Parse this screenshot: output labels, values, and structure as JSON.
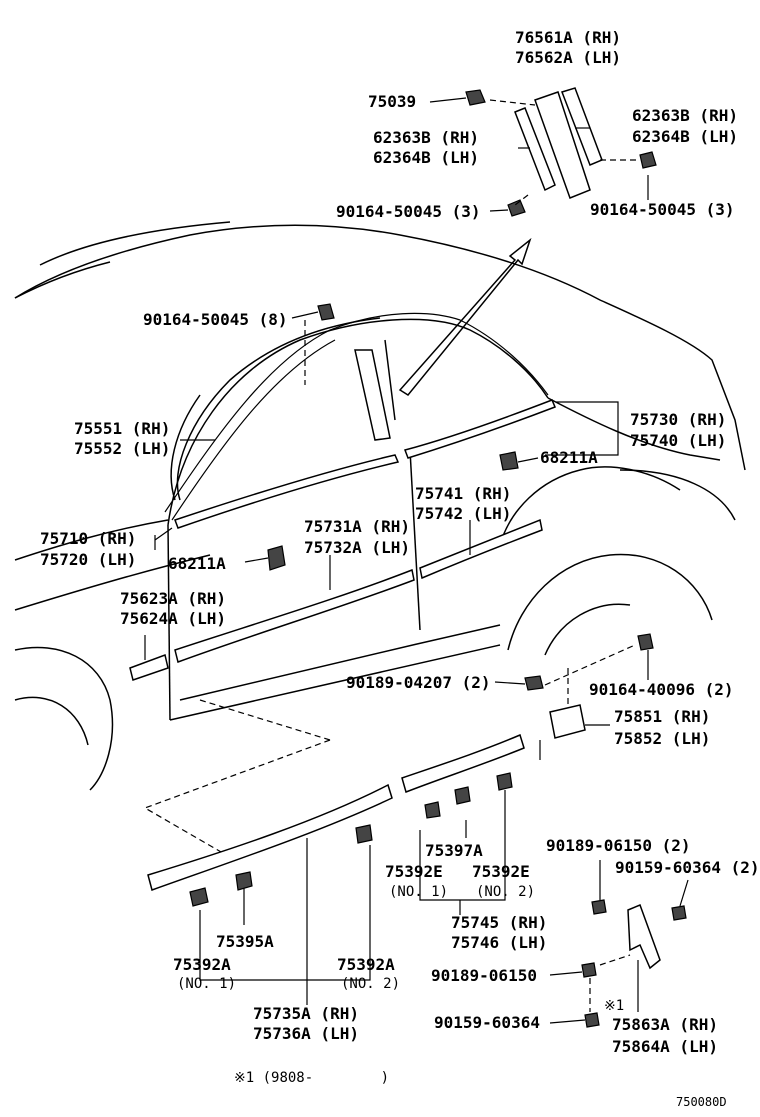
{
  "footer": {
    "note": "※1 (9808-        )",
    "code": "750080D"
  },
  "labels": {
    "p76561": "76561A (RH)",
    "p76562": "76562A (LH)",
    "p75039": "75039",
    "p62363_l": "62363B (RH)",
    "p62364_l": "62364B (LH)",
    "p62363_r": "62363B (RH)",
    "p62364_r": "62364B (LH)",
    "p90164_3a": "90164-50045 (3)",
    "p90164_3b": "90164-50045 (3)",
    "p90164_8": "90164-50045 (8)",
    "p75551": "75551 (RH)",
    "p75552": "75552 (LH)",
    "p75730": "75730 (RH)",
    "p75740": "75740 (LH)",
    "p68211_a": "68211A",
    "p75741": "75741 (RH)",
    "p75742": "75742 (LH)",
    "p75710": "75710 (RH)",
    "p75720": "75720 (LH)",
    "p68211_b": "68211A",
    "p75731": "75731A (RH)",
    "p75732": "75732A (LH)",
    "p75623": "75623A (RH)",
    "p75624": "75624A (LH)",
    "p90189_2": "90189-04207 (2)",
    "p90164_40096": "90164-40096 (2)",
    "p75851": "75851 (RH)",
    "p75852": "75852 (LH)",
    "p75397": "75397A",
    "p75392e_1": "75392E",
    "no1_a": "(NO. 1)",
    "p75392e_2": "75392E",
    "no2_a": "(NO. 2)",
    "p90189_06150_2": "90189-06150 (2)",
    "p90159_60364_2": "90159-60364 (2)",
    "p75745": "75745 (RH)",
    "p75746": "75746 (LH)",
    "p75395": "75395A",
    "p75392a_1": "75392A",
    "no1_b": "(NO. 1)",
    "p75392a_2": "75392A",
    "no2_b": "(NO. 2)",
    "p90189_06150": "90189-06150",
    "mark1": "※1",
    "p90159_60364": "90159-60364",
    "p75735": "75735A (RH)",
    "p75736": "75736A (LH)",
    "p75863": "75863A (RH)",
    "p75864": "75864A (LH)"
  }
}
